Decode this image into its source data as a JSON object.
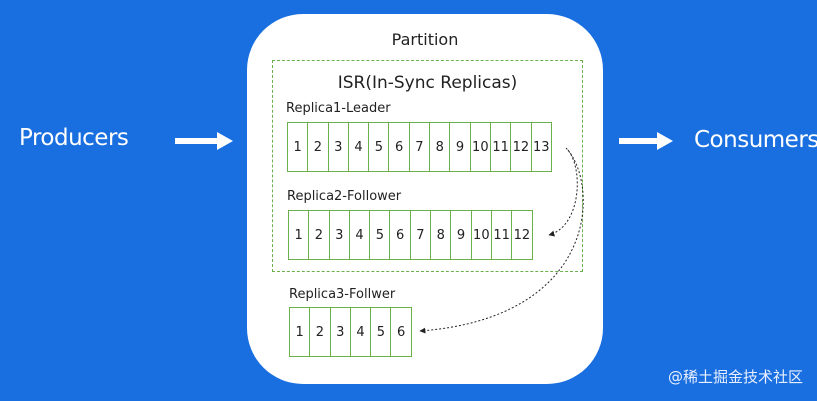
{
  "producers_label": "Producers",
  "consumers_label": "Consumers",
  "partition": {
    "title": "Partition",
    "isr_title": "ISR(In-Sync Replicas)",
    "replicas": [
      {
        "label": "Replica1-Leader",
        "cells": [
          "1",
          "2",
          "3",
          "4",
          "5",
          "6",
          "7",
          "8",
          "9",
          "10",
          "11",
          "12",
          "13"
        ]
      },
      {
        "label": "Replica2-Follower",
        "cells": [
          "1",
          "2",
          "3",
          "4",
          "5",
          "6",
          "7",
          "8",
          "9",
          "10",
          "11",
          "12"
        ]
      },
      {
        "label": "Replica3-Follwer",
        "cells": [
          "1",
          "2",
          "3",
          "4",
          "5",
          "6"
        ]
      }
    ]
  },
  "watermark": "@稀土掘金技术社区",
  "colors": {
    "background": "#1a6fe0",
    "cell_border": "#6ab04c"
  }
}
